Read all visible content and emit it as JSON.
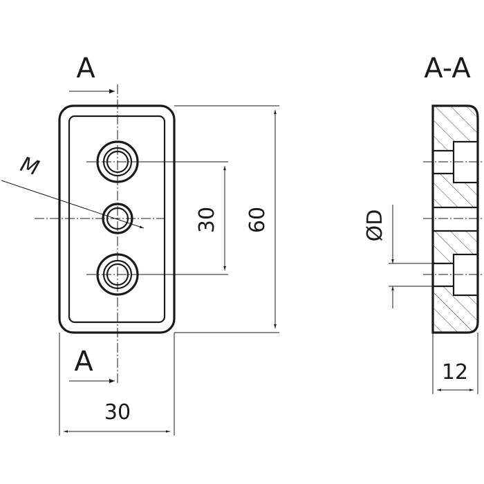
{
  "front_view": {
    "section_mark_top": "A",
    "section_mark_bottom": "A",
    "thread_label": "M",
    "dim_hole_spacing": "30",
    "dim_height": "60",
    "dim_width": "30"
  },
  "section_view": {
    "title": "A-A",
    "dim_diameter": "ØD",
    "dim_thickness": "12"
  }
}
